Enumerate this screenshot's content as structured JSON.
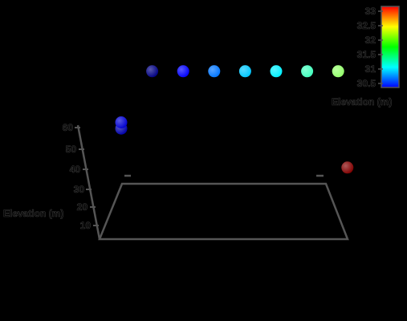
{
  "chart_data": {
    "type": "scatter",
    "projection": "3d",
    "zlabel": "Elevation (m)",
    "zticks": [
      "10",
      "20",
      "30",
      "40",
      "50",
      "60"
    ],
    "zlim": [
      5,
      60
    ],
    "points": [
      {
        "x": 0,
        "y": 6,
        "z": 32,
        "value": 30.6
      },
      {
        "x": 0,
        "y": 6,
        "z": 35,
        "value": 30.7
      },
      {
        "x": 1,
        "y": 6,
        "z": 60,
        "value": 30.5
      },
      {
        "x": 2,
        "y": 6,
        "z": 60,
        "value": 30.8
      },
      {
        "x": 3,
        "y": 6,
        "z": 60,
        "value": 31.1
      },
      {
        "x": 4,
        "y": 6,
        "z": 60,
        "value": 31.3
      },
      {
        "x": 5,
        "y": 6,
        "z": 60,
        "value": 31.4
      },
      {
        "x": 6,
        "y": 6,
        "z": 60,
        "value": 31.6
      },
      {
        "x": 7,
        "y": 6,
        "z": 60,
        "value": 31.8
      },
      {
        "x": 8,
        "y": 0,
        "z": 40,
        "value": 33.0
      }
    ],
    "colorbar": {
      "title": "Elevation (m)",
      "ticks": [
        "30.5",
        "31",
        "31.5",
        "32",
        "32.5",
        "33"
      ],
      "range": [
        30.5,
        33
      ],
      "colormap": "jet"
    },
    "grid": false,
    "background": "#000000"
  }
}
